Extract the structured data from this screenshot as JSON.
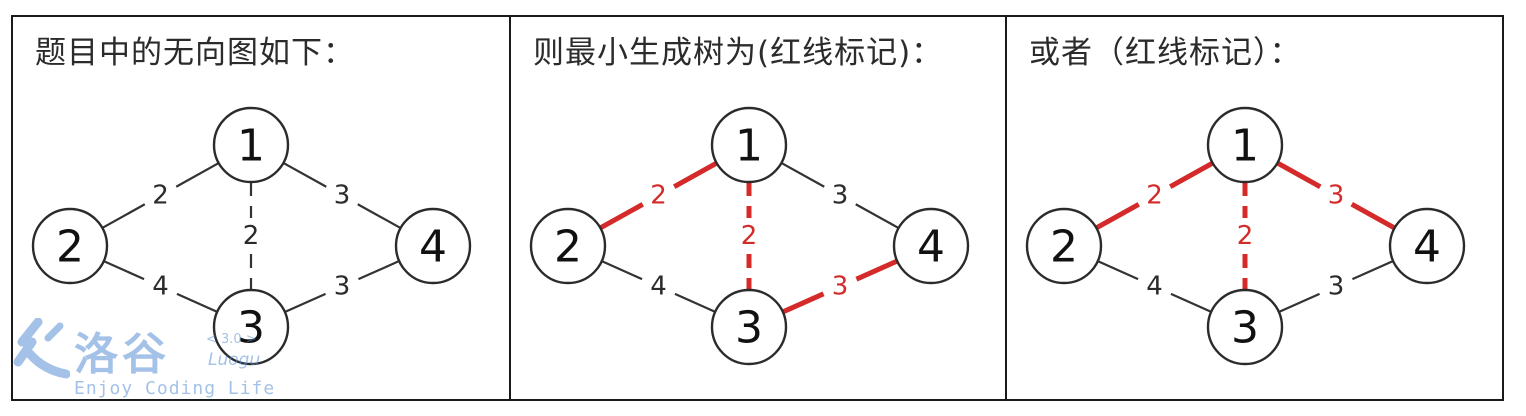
{
  "panels": [
    {
      "title": "题目中的无向图如下：",
      "edges": [
        {
          "from": "1",
          "to": "2",
          "weight": "2",
          "mst": false
        },
        {
          "from": "1",
          "to": "3",
          "weight": "2",
          "mst": false
        },
        {
          "from": "1",
          "to": "4",
          "weight": "3",
          "mst": false
        },
        {
          "from": "2",
          "to": "3",
          "weight": "4",
          "mst": false
        },
        {
          "from": "3",
          "to": "4",
          "weight": "3",
          "mst": false
        }
      ]
    },
    {
      "title": "则最小生成树为(红线标记)：",
      "edges": [
        {
          "from": "1",
          "to": "2",
          "weight": "2",
          "mst": true
        },
        {
          "from": "1",
          "to": "3",
          "weight": "2",
          "mst": true
        },
        {
          "from": "1",
          "to": "4",
          "weight": "3",
          "mst": false
        },
        {
          "from": "2",
          "to": "3",
          "weight": "4",
          "mst": false
        },
        {
          "from": "3",
          "to": "4",
          "weight": "3",
          "mst": true
        }
      ]
    },
    {
      "title": "或者（红线标记）：",
      "edges": [
        {
          "from": "1",
          "to": "2",
          "weight": "2",
          "mst": true
        },
        {
          "from": "1",
          "to": "3",
          "weight": "2",
          "mst": true
        },
        {
          "from": "1",
          "to": "4",
          "weight": "3",
          "mst": true
        },
        {
          "from": "2",
          "to": "3",
          "weight": "4",
          "mst": false
        },
        {
          "from": "3",
          "to": "4",
          "weight": "3",
          "mst": false
        }
      ]
    }
  ],
  "nodes": [
    "1",
    "2",
    "3",
    "4"
  ],
  "colors": {
    "mst_edge": "#d42a2a",
    "normal_edge": "#333333",
    "watermark": "#5b8fd6"
  },
  "watermark": {
    "logo_text": "洛谷",
    "version": "3.0",
    "name": "Luogu",
    "slogan": "Enjoy Coding Life"
  }
}
